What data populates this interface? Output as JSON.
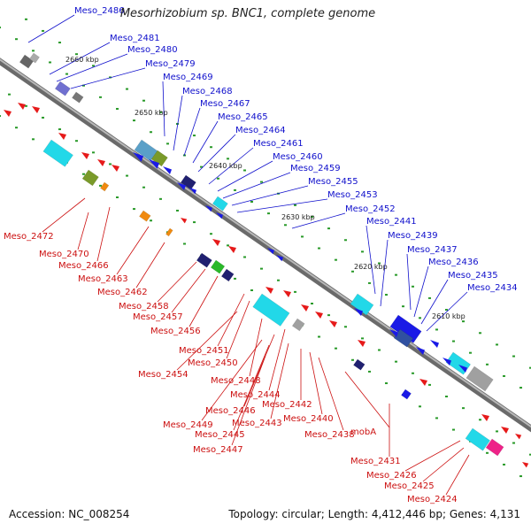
{
  "title": "Mesorhizobium sp. BNC1, complete genome",
  "accession": "Accession: NC_008254",
  "topology": "Topology: circular; Length: 4,412,446 bp; Genes: 4,131",
  "colors": {
    "forward_label": "#1010cc",
    "reverse_label": "#cc1010",
    "backbone": "#888888",
    "tick": "#2a9a2a"
  },
  "scale_labels": [
    "2660 kbp",
    "2650 kbp",
    "2640 kbp",
    "2630 kbp",
    "2620 kbp",
    "2610 kbp"
  ],
  "forward_genes": [
    "Meso_2486",
    "Meso_2481",
    "Meso_2480",
    "Meso_2479",
    "Meso_2469",
    "Meso_2468",
    "Meso_2467",
    "Meso_2465",
    "Meso_2464",
    "Meso_2461",
    "Meso_2460",
    "Meso_2459",
    "Meso_2455",
    "Meso_2453",
    "Meso_2452",
    "Meso_2441",
    "Meso_2439",
    "Meso_2437",
    "Meso_2436",
    "Meso_2435",
    "Meso_2434"
  ],
  "reverse_genes": [
    "Meso_2472",
    "Meso_2470",
    "Meso_2466",
    "Meso_2463",
    "Meso_2462",
    "Meso_2458",
    "Meso_2457",
    "Meso_2456",
    "Meso_2451",
    "Meso_2450",
    "Meso_2454",
    "Meso_2448",
    "Meso_2444",
    "Meso_2446",
    "Meso_2449",
    "Meso_2445",
    "Meso_2443",
    "Meso_2442",
    "Meso_2447",
    "Meso_2440",
    "Meso_2438",
    "mobA",
    "Meso_2431",
    "Meso_2426",
    "Meso_2425",
    "Meso_2424"
  ]
}
